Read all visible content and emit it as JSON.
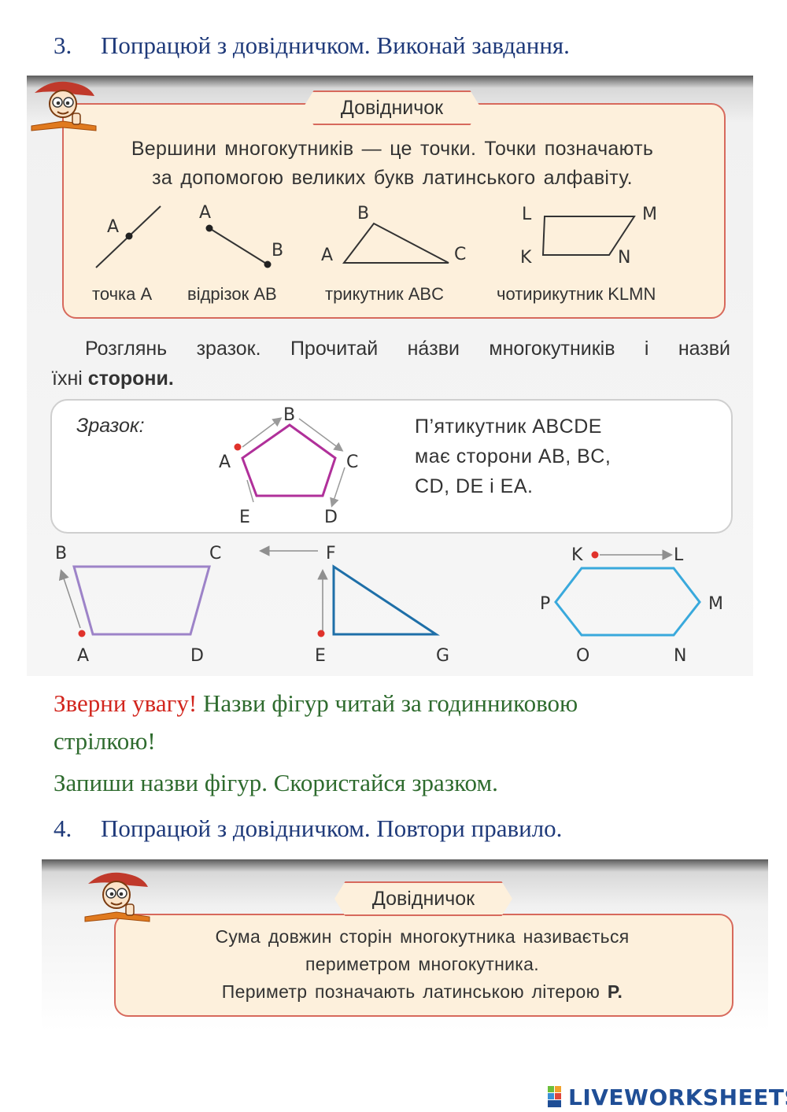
{
  "task3": {
    "number": "3.",
    "text": "Попрацюй з довідничком. Виконай завдання."
  },
  "ref1": {
    "title": "Довідничок",
    "line1": "Вершини многокутників — це точки. Точки позначають",
    "line2": "за допомогою великих букв латинського алфавіту.",
    "captions": [
      "точка A",
      "відрізок AB",
      "трикутник ABC",
      "чотирикутник KLMN"
    ],
    "labels": {
      "point_a": "A",
      "seg_a": "A",
      "seg_b": "B",
      "tri_a": "A",
      "tri_b": "B",
      "tri_c": "C",
      "quad_k": "K",
      "quad_l": "L",
      "quad_m": "M",
      "quad_n": "N"
    }
  },
  "instruction": {
    "line1": "Розглянь зразок. Прочитай на́зви многокутників і назви́",
    "line2_prefix": "їхні ",
    "line2_bold": "сторони."
  },
  "sample": {
    "label": "Зразок:",
    "text_line1": "П’ятикутник ABCDE",
    "text_line2": "має сторони AB, BC,",
    "text_line3": "CD, DE і EA.",
    "vertices": {
      "a": "A",
      "b": "B",
      "c": "C",
      "d": "D",
      "e": "E"
    }
  },
  "figures": {
    "trapezoid": {
      "b": "B",
      "c": "C",
      "a": "A",
      "d": "D"
    },
    "triangle": {
      "f": "F",
      "e": "E",
      "g": "G"
    },
    "hexagon": {
      "k": "K",
      "l": "L",
      "p": "P",
      "m": "M",
      "o": "O",
      "n": "N"
    }
  },
  "notice": {
    "attention": "Зверни увагу!",
    "line1_rest": " Назви фігур читай за годинниковою",
    "line2": "стрілкою!"
  },
  "write_task": "Запиши назви фігур. Скористайся зразком.",
  "task4": {
    "number": "4.",
    "text": "Попрацюй з довідничком. Повтори правило."
  },
  "ref2": {
    "title": "Довідничок",
    "line1": "Сума довжин сторін многокутника називається",
    "line2": "периметром многокутника.",
    "line3_prefix": "Периметр позначають латинською літерою ",
    "line3_bold": "P."
  },
  "watermark": {
    "brand": "LIVEWORKSHEETS"
  },
  "colors": {
    "task_blue": "#1f3a7a",
    "green": "#2e6b2e",
    "red": "#d2261e",
    "ref_bg": "#fdf0dc",
    "ref_border": "#d7695c",
    "pentagon": "#b0309a",
    "trapezoid": "#9d83c8",
    "triangle": "#1e6fa8",
    "hexagon": "#39a9dc"
  }
}
